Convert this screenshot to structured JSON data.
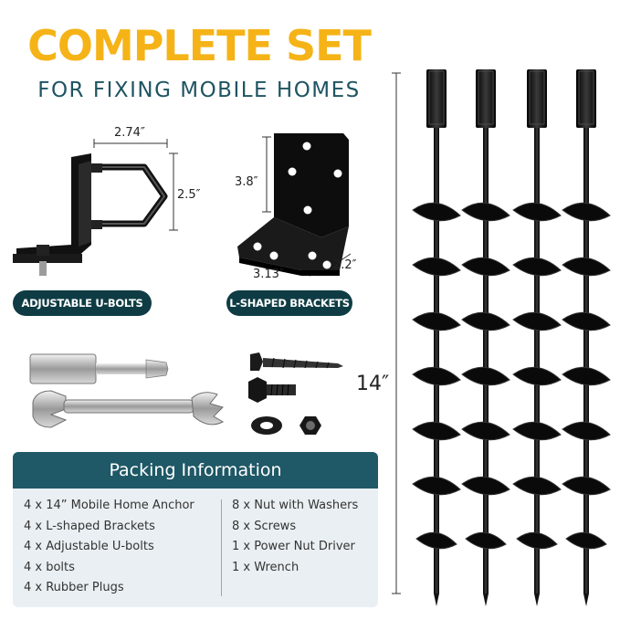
{
  "header": {
    "title": "COMPLETE SET",
    "subtitle": "FOR FIXING MOBILE HOMES"
  },
  "ubolt": {
    "width": "2.74″",
    "height": "2.5″",
    "badge": "ADJUSTABLE U-BOLTS"
  },
  "bracket": {
    "height": "3.8″",
    "width": "3.13″",
    "depth": "2.2″",
    "badge": "L-SHAPED BRACKETS"
  },
  "anchor": {
    "length": "14″"
  },
  "packing": {
    "title": "Packing Information",
    "left_items": [
      "4 x 14” Mobile Home Anchor",
      "4 x L-shaped Brackets",
      "4 x Adjustable U-bolts",
      "4 x bolts",
      "4 x Rubber Plugs"
    ],
    "right_items": [
      "8 x Nut with Washers",
      "8 x Screws",
      "1 x Power Nut Driver",
      "1 x Wrench"
    ]
  },
  "colors": {
    "accent_yellow": "#f5b317",
    "teal_dark": "#0f3c44",
    "teal": "#1f5866",
    "panel_bg": "#e9eff3"
  },
  "icons": [
    "u-bolt-icon",
    "l-bracket-icon",
    "nut-driver-icon",
    "wrench-icon",
    "lag-screw-icon",
    "bolt-icon",
    "washer-icon",
    "hex-nut-icon",
    "ground-anchor-icon"
  ]
}
